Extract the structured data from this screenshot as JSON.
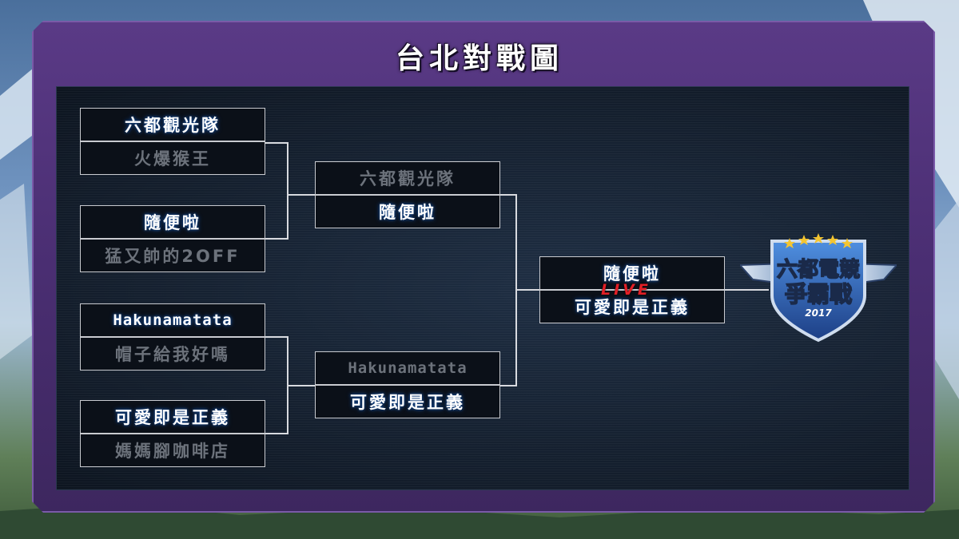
{
  "title": "台北對戰圖",
  "round1": [
    {
      "top": {
        "name": "六都觀光隊",
        "status": "win"
      },
      "bottom": {
        "name": "火爆猴王",
        "status": "lose"
      }
    },
    {
      "top": {
        "name": "隨便啦",
        "status": "win"
      },
      "bottom": {
        "name": "猛又帥的2OFF",
        "status": "lose"
      }
    },
    {
      "top": {
        "name": "Hakunamatata",
        "status": "win"
      },
      "bottom": {
        "name": "帽子給我好嗎",
        "status": "lose"
      }
    },
    {
      "top": {
        "name": "可愛即是正義",
        "status": "win"
      },
      "bottom": {
        "name": "媽媽腳咖啡店",
        "status": "lose"
      }
    }
  ],
  "round2": [
    {
      "top": {
        "name": "六都觀光隊",
        "status": "lose"
      },
      "bottom": {
        "name": "隨便啦",
        "status": "win"
      }
    },
    {
      "top": {
        "name": "Hakunamatata",
        "status": "lose"
      },
      "bottom": {
        "name": "可愛即是正義",
        "status": "win"
      }
    }
  ],
  "final": {
    "top": {
      "name": "隨便啦"
    },
    "bottom": {
      "name": "可愛即是正義"
    },
    "badge": "LIVE"
  },
  "logo": {
    "line1": "六都電競",
    "line2": "爭霸戰",
    "year": "2017"
  },
  "colors": {
    "winner_text": "#ffffff",
    "loser_text": "#6c727b",
    "live": "#e21f26",
    "frame": "#4a2e72"
  }
}
